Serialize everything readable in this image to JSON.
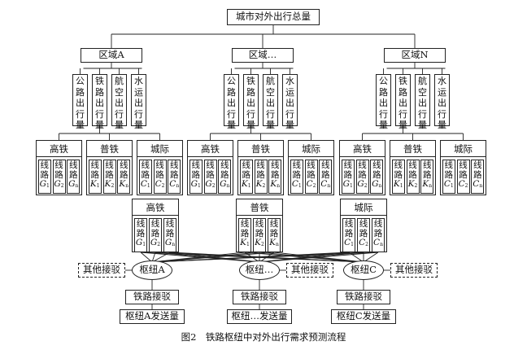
{
  "title": "城市对外出行总量",
  "regions": [
    "区域A",
    "区域…",
    "区域N"
  ],
  "modes": [
    "公路出行量",
    "铁路出行量",
    "航空出行量",
    "水运出行量"
  ],
  "rail_types": [
    {
      "name": "高铁",
      "letter": "G"
    },
    {
      "name": "普铁",
      "letter": "K"
    },
    {
      "name": "城际",
      "letter": "C"
    }
  ],
  "line_prefix": "线路",
  "line_subscripts": [
    "1",
    "2",
    "n"
  ],
  "hubs": [
    "枢纽A",
    "枢纽…",
    "枢纽C"
  ],
  "other_transfer": "其他接驳",
  "rail_transfer": "铁路接驳",
  "hub_outputs": [
    "枢纽A发送量",
    "枢纽…发送量",
    "枢纽C发送量"
  ],
  "caption": "图2　铁路枢纽中对外出行需求预测流程"
}
